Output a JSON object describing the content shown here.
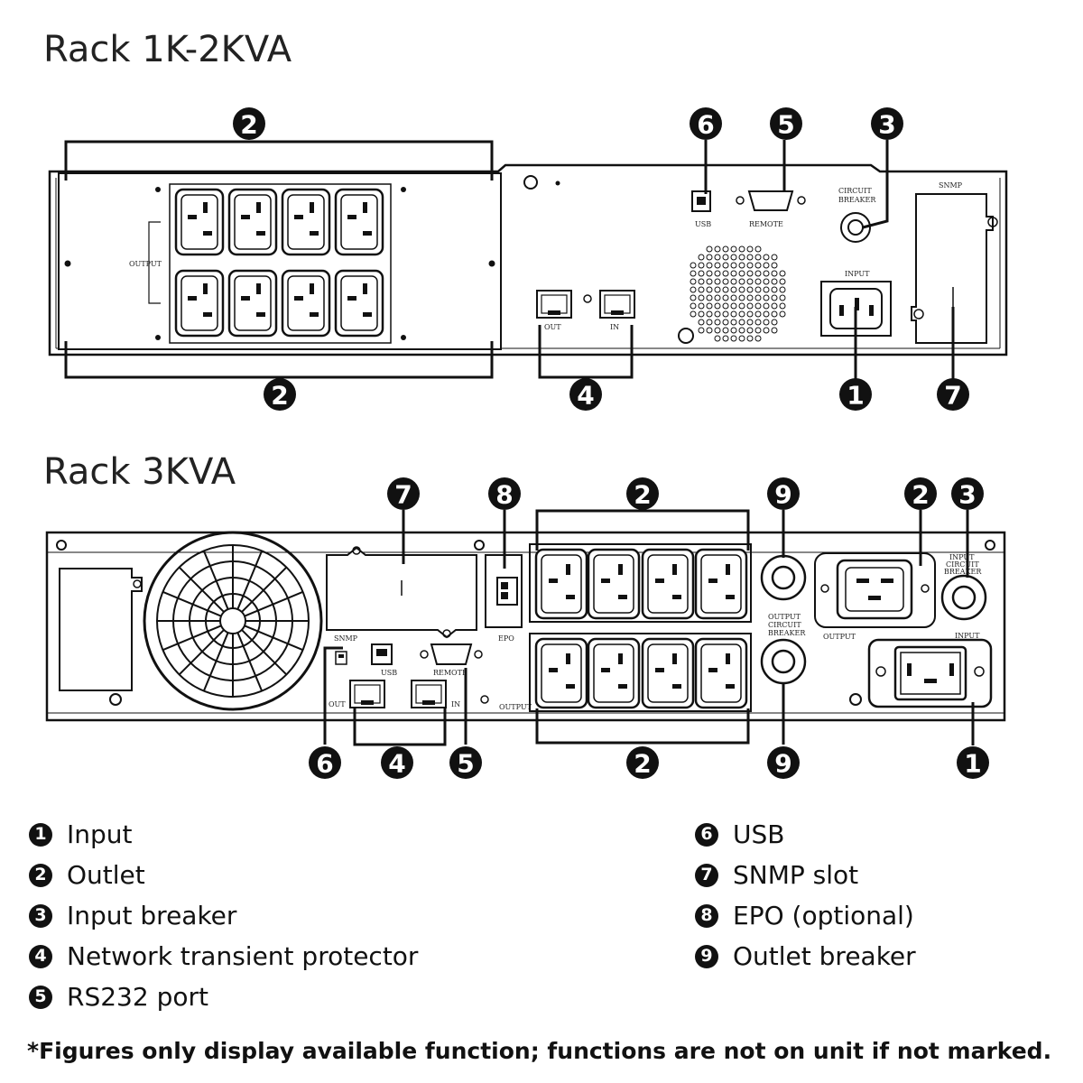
{
  "titles": {
    "rack1": "Rack 1K-2KVA",
    "rack3": "Rack 3KVA"
  },
  "panel1_labels": {
    "output": "OUTPUT",
    "usb": "USB",
    "remote": "REMOTE",
    "circuit_breaker": "CIRCUIT BREAKER",
    "snmp": "SNMP",
    "input": "INPUT",
    "out": "OUT",
    "in": "IN"
  },
  "panel3_labels": {
    "snmp": "SNMP",
    "usb": "USB",
    "remote": "REMOTE",
    "out": "OUT",
    "in": "IN",
    "output": "OUTPUT",
    "epo": "EPO",
    "output_circuit_breaker": "OUTPUT CIRCUIT BREAKER",
    "output2": "OUTPUT",
    "input": "INPUT",
    "input_circuit_breaker": "INPUT CIRCUIT BREAKER"
  },
  "legend_left": [
    {
      "num": "1",
      "label": "Input"
    },
    {
      "num": "2",
      "label": "Outlet"
    },
    {
      "num": "3",
      "label": "Input breaker"
    },
    {
      "num": "4",
      "label": "Network transient protector"
    },
    {
      "num": "5",
      "label": "RS232 port"
    }
  ],
  "legend_right": [
    {
      "num": "6",
      "label": "USB"
    },
    {
      "num": "7",
      "label": "SNMP slot"
    },
    {
      "num": "8",
      "label": "EPO (optional)"
    },
    {
      "num": "9",
      "label": "Outlet breaker"
    }
  ],
  "footnote": "*Figures only display available function; functions are not on unit if not marked."
}
